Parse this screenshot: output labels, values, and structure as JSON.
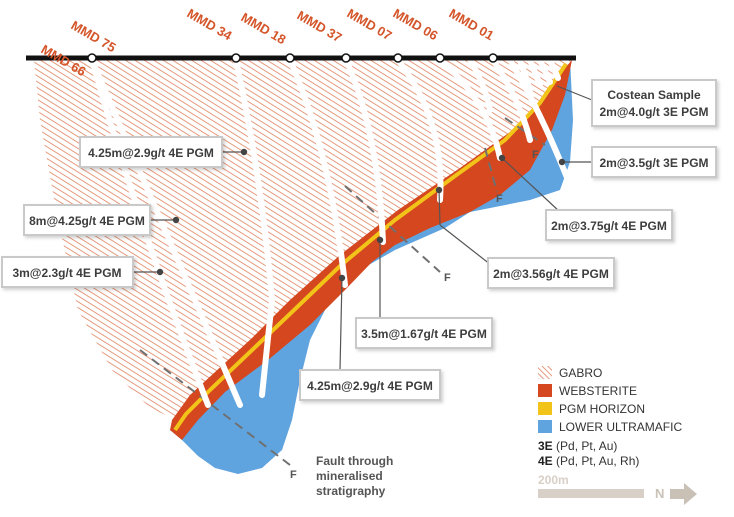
{
  "drill_holes": [
    {
      "label": "MMD 66"
    },
    {
      "label": "MMD 75"
    },
    {
      "label": "MMD 34"
    },
    {
      "label": "MMD 18"
    },
    {
      "label": "MMD 37"
    },
    {
      "label": "MMD 07"
    },
    {
      "label": "MMD 06"
    },
    {
      "label": "MMD 01"
    }
  ],
  "callouts": [
    {
      "text": "4.25m@2.9g/t 4E PGM"
    },
    {
      "text": "8m@4.25g/t 4E PGM"
    },
    {
      "text": "3m@2.3g/t 4E PGM"
    },
    {
      "text": "3.5m@1.67g/t 4E PGM"
    },
    {
      "text": "4.25m@2.9g/t 4E PGM"
    },
    {
      "text": "2m@3.56g/t 4E PGM"
    },
    {
      "text": "2m@3.75g/t 4E PGM"
    },
    {
      "text": "2m@3.5g/t 3E PGM"
    },
    {
      "line1": "Costean Sample",
      "line2": "2m@4.0g/t 3E PGM"
    }
  ],
  "fault_labels": [
    "F",
    "F",
    "F",
    "F"
  ],
  "fault_note": [
    "Fault through",
    "mineralised",
    "stratigraphy"
  ],
  "legend": {
    "items": [
      {
        "label": "GABRO",
        "color": "#e0825e"
      },
      {
        "label": "WEBSTERITE",
        "color": "#d4471f"
      },
      {
        "label": "PGM HORIZON",
        "color": "#f2c318"
      },
      {
        "label": "LOWER ULTRAMAFIC",
        "color": "#5fa3df"
      }
    ],
    "notes": [
      {
        "key": "3E",
        "text": " (Pd, Pt, Au)"
      },
      {
        "key": "4E",
        "text": " (Pd, Pt, Au, Rh)"
      }
    ]
  },
  "scale": {
    "label": "200m",
    "north": "N"
  },
  "colors": {
    "gabbro_hatch": "#e0825e",
    "websterite": "#d4471f",
    "pgm_horizon": "#f2c318",
    "lower_ultramafic": "#5fa3df",
    "drill_trace": "#ffffff",
    "surface_line": "#111111",
    "hole_label": "#d4552a"
  }
}
